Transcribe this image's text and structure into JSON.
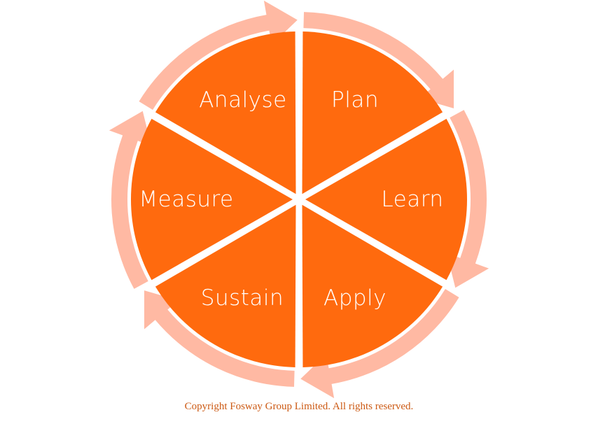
{
  "diagram": {
    "segments": [
      {
        "label": "Plan"
      },
      {
        "label": "Learn"
      },
      {
        "label": "Apply"
      },
      {
        "label": "Sustain"
      },
      {
        "label": "Measure"
      },
      {
        "label": "Analyse"
      }
    ]
  },
  "colors": {
    "segment_fill": "#ff6a0e",
    "arrow_fill": "#ffb9a3",
    "text": "#ffffff",
    "footer_text": "#cc5a14"
  },
  "footer": {
    "copyright": "Copyright Fosway Group Limited. All rights reserved."
  }
}
